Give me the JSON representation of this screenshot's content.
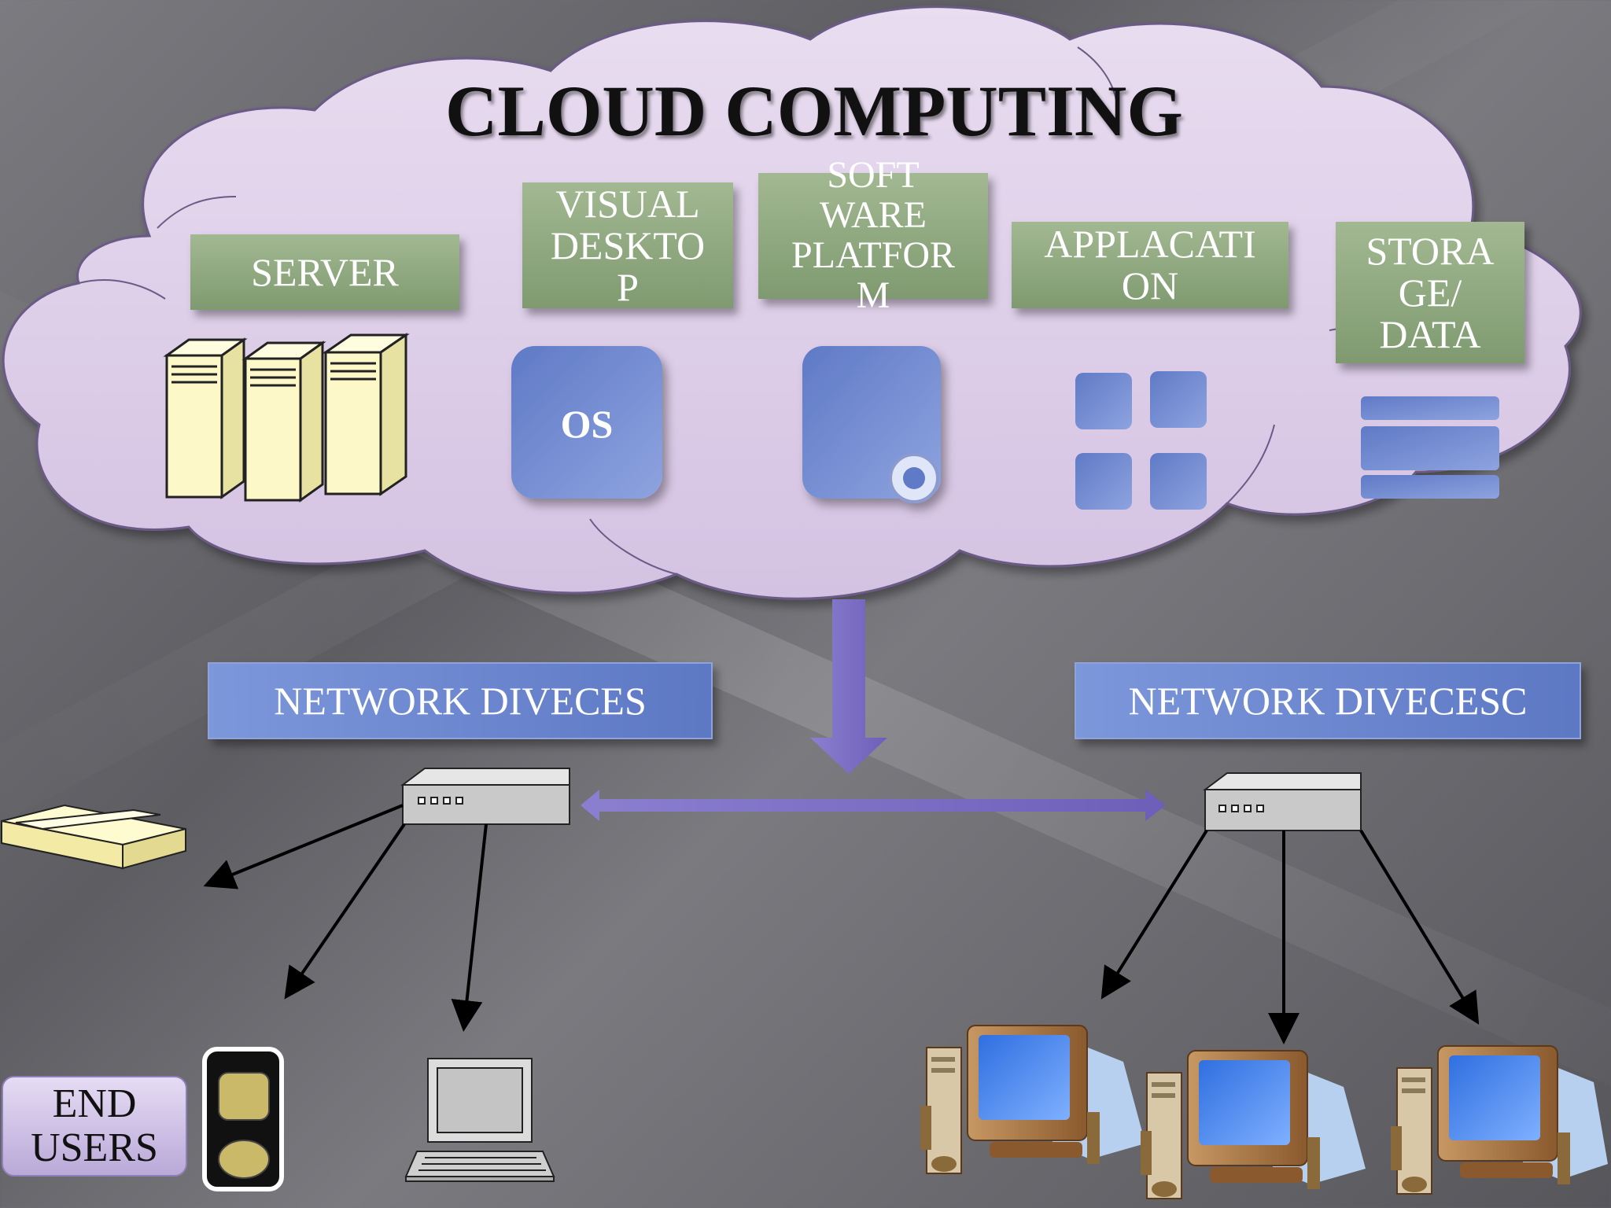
{
  "title": "CLOUD COMPUTING",
  "services": {
    "server": "SERVER",
    "virtual_desktop": "VISUAL\nDESKTO\nP",
    "software_platform": "SOFT\nWARE\nPLATFOR\nM",
    "application": "APPLACATI\nON",
    "storage": "STORA\nGE/\nDATA"
  },
  "icons": {
    "os_label": "OS"
  },
  "network": {
    "left_label": "NETWORK DIVECES",
    "right_label": "NETWORK DIVECESC"
  },
  "end_users_label": "END\nUSERS",
  "colors": {
    "cloud_fill": "#dccbe6",
    "label_green": "#8ea67e",
    "icon_blue": "#6f88cf",
    "arrow_purple": "#7c6cc0",
    "background": "#66666b"
  }
}
